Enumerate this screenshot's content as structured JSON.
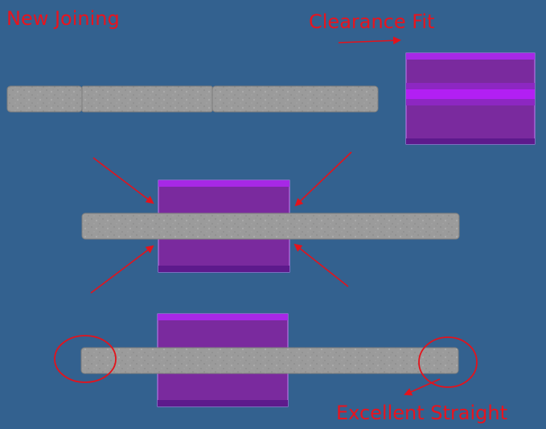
{
  "labels": {
    "new_joining": "New Joining",
    "clearance_fit": "Clearance Fit",
    "excellent_straight": "Excellent Straight"
  },
  "colors": {
    "background": "#33618f",
    "label_text": "#e8141e",
    "arrow": "#e3131c",
    "rod_fill": "#9a9a9a",
    "rod_texture": "#858585",
    "sleeve_fill": "#7a2a9e",
    "sleeve_highlight": "#b522f2",
    "sleeve_dark": "#5a1a86"
  },
  "icons": {
    "rod": "gray-rod",
    "sleeve": "purple-sleeve",
    "arrow": "red-arrow",
    "circle": "red-circle-highlight"
  }
}
